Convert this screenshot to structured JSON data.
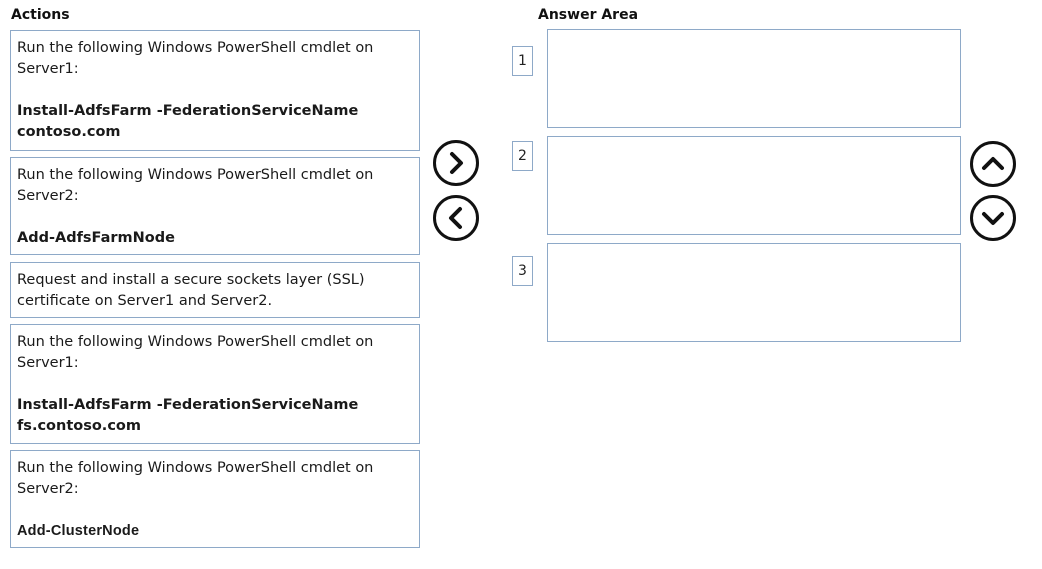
{
  "headings": {
    "actions": "Actions",
    "answer_area": "Answer Area"
  },
  "actions": [
    {
      "description": "Run the following Windows PowerShell cmdlet on Server1:",
      "command_line1": "Install-AdfsFarm -FederationServiceName",
      "command_line2": "contoso.com"
    },
    {
      "description": "Run the following Windows PowerShell cmdlet on Server2:",
      "command_line1": "Add-AdfsFarmNode"
    },
    {
      "description": "Request and install a secure sockets layer (SSL) certificate on Server1 and Server2."
    },
    {
      "description": "Run the following Windows PowerShell cmdlet on Server1:",
      "command_line1": "Install-AdfsFarm -FederationServiceName",
      "command_line2": "fs.contoso.com"
    },
    {
      "description": "Run the following Windows PowerShell cmdlet on Server2:",
      "command_line1": "Add-ClusterNode"
    }
  ],
  "answer_slots": [
    {
      "number": "1"
    },
    {
      "number": "2"
    },
    {
      "number": "3"
    }
  ],
  "controls": {
    "move_right_icon": "chevron-right-icon",
    "move_left_icon": "chevron-left-icon",
    "move_up_icon": "chevron-up-icon",
    "move_down_icon": "chevron-down-icon"
  }
}
